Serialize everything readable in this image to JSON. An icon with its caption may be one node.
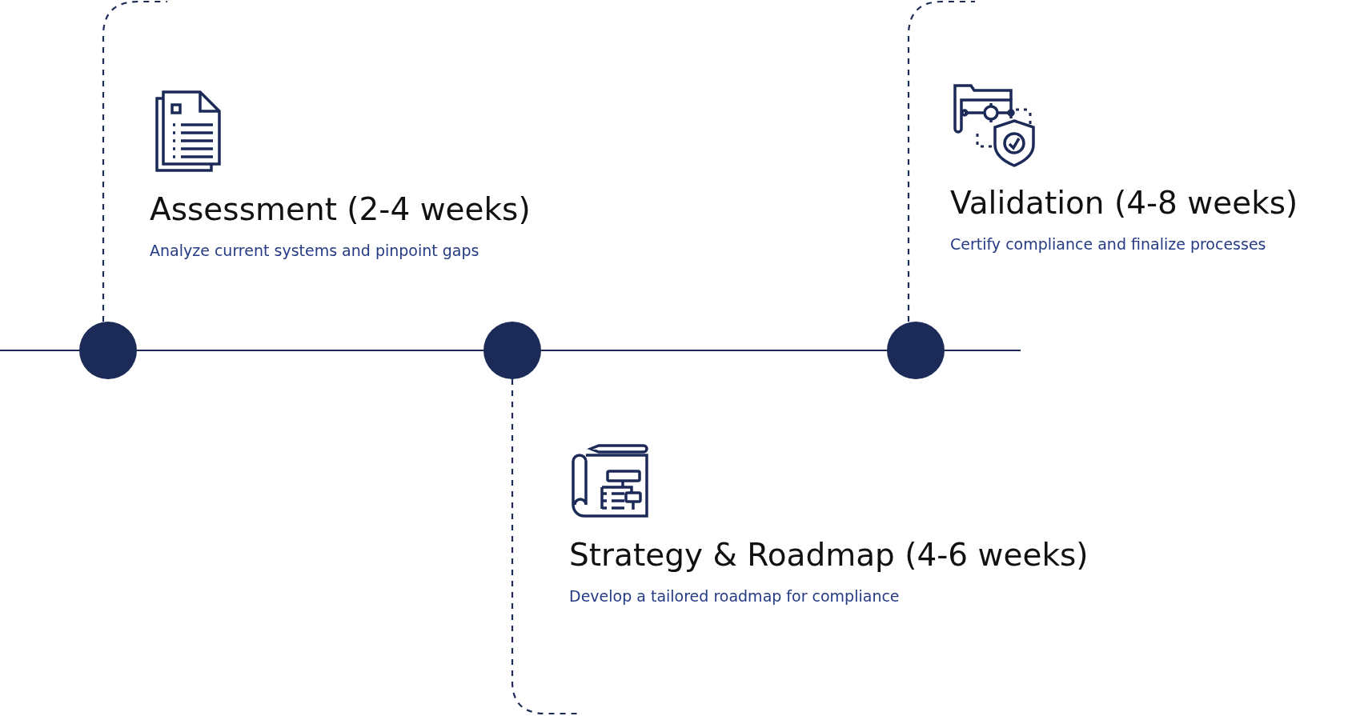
{
  "diagram": {
    "nodes": [
      {
        "text": [
          "Assessment (2-4 weeks)",
          "Analyze current systems and pinpoint gaps"
        ]
      },
      {
        "text": [
          "Validation (4-8 weeks)",
          "Certify compliance and finalize processes"
        ]
      },
      {
        "text": [],
        "shape": "circle"
      },
      {
        "text": [],
        "shape": "circle"
      },
      {
        "text": [],
        "shape": "circle"
      },
      {
        "text": [
          "Strategy & Roadmap (4-6 weeks)",
          "Develop a tailored roadmap for compliance"
        ]
      }
    ],
    "edges": [
      {
        "from": null,
        "to": 2,
        "arrow": "none"
      },
      {
        "from": 2,
        "to": 3,
        "arrow": "none"
      },
      {
        "from": 3,
        "to": 4,
        "arrow": "none"
      },
      {
        "from": 4,
        "to": null,
        "arrow": "none"
      },
      {
        "from": 2,
        "to": null,
        "arrow": "none",
        "style": "dashed"
      },
      {
        "from": 3,
        "to": null,
        "arrow": "none",
        "style": "dashed"
      },
      {
        "from": 4,
        "to": null,
        "arrow": "none",
        "style": "dashed"
      }
    ]
  }
}
